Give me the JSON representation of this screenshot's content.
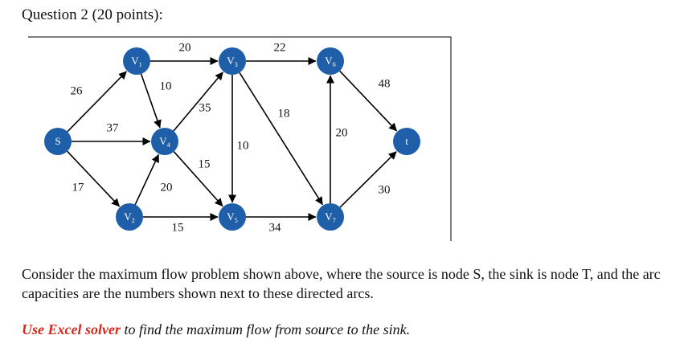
{
  "question": {
    "title": "Question 2 (20 points):"
  },
  "diagram": {
    "colors": {
      "node_fill": "#1f5ea8",
      "node_text": "#ffffff",
      "edge": "#000000",
      "frame": "#000000"
    },
    "nodes": [
      {
        "id": "S",
        "label": "S",
        "sub": ""
      },
      {
        "id": "V1",
        "label": "V",
        "sub": "1"
      },
      {
        "id": "V2",
        "label": "V",
        "sub": "2"
      },
      {
        "id": "V3",
        "label": "V",
        "sub": "3"
      },
      {
        "id": "V4",
        "label": "V",
        "sub": "4"
      },
      {
        "id": "V5",
        "label": "V",
        "sub": "5"
      },
      {
        "id": "V6",
        "label": "V",
        "sub": "6"
      },
      {
        "id": "V7",
        "label": "V",
        "sub": "7"
      },
      {
        "id": "t",
        "label": "t",
        "sub": ""
      }
    ],
    "edges": [
      {
        "from": "S",
        "to": "V1",
        "capacity": "26"
      },
      {
        "from": "S",
        "to": "V4",
        "capacity": "37"
      },
      {
        "from": "S",
        "to": "V2",
        "capacity": "17"
      },
      {
        "from": "V1",
        "to": "V3",
        "capacity": "20"
      },
      {
        "from": "V1",
        "to": "V4",
        "capacity": "10"
      },
      {
        "from": "V4",
        "to": "V3",
        "capacity": "35"
      },
      {
        "from": "V4",
        "to": "V5",
        "capacity": "15"
      },
      {
        "from": "V2",
        "to": "V4",
        "capacity": "20"
      },
      {
        "from": "V2",
        "to": "V5",
        "capacity": "15"
      },
      {
        "from": "V3",
        "to": "V6",
        "capacity": "22"
      },
      {
        "from": "V3",
        "to": "V5",
        "capacity": "10"
      },
      {
        "from": "V3",
        "to": "V7",
        "capacity": "18"
      },
      {
        "from": "V5",
        "to": "V7",
        "capacity": "34"
      },
      {
        "from": "V7",
        "to": "V6",
        "capacity": "20"
      },
      {
        "from": "V6",
        "to": "t",
        "capacity": "48"
      },
      {
        "from": "V7",
        "to": "t",
        "capacity": "30"
      }
    ]
  },
  "description": "Consider the maximum flow problem shown above, where the source is node S, the sink is node T, and the arc capacities are the numbers shown next to these directed arcs.",
  "instruction": {
    "highlight": "Use Excel solver",
    "rest": " to find the maximum flow from source to the sink."
  }
}
